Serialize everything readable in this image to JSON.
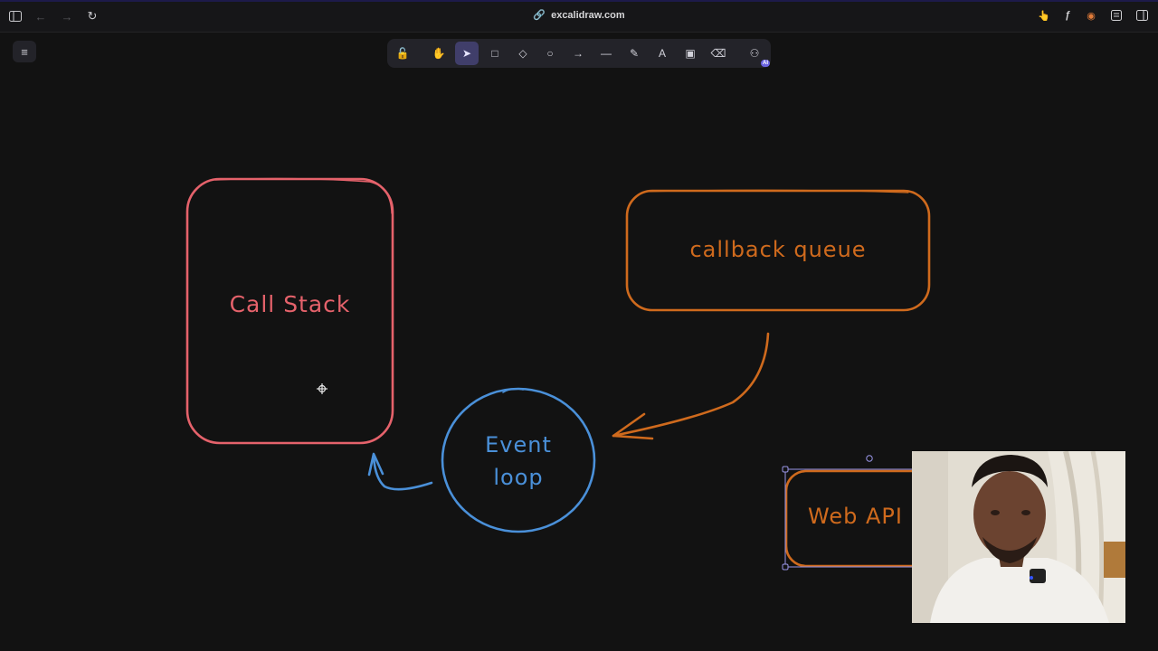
{
  "browser": {
    "url": "excalidraw.com",
    "icons": [
      "sidebar-icon",
      "back-arrow-icon",
      "forward-arrow-icon",
      "reload-icon",
      "link-icon",
      "extension-icons",
      "reader-icon",
      "sidebar-right-icon"
    ]
  },
  "toolbar": {
    "tools": [
      {
        "name": "lock-icon",
        "glyph": "🔓"
      },
      {
        "name": "hand-icon",
        "glyph": "✋"
      },
      {
        "name": "selection-icon",
        "glyph": "➤"
      },
      {
        "name": "rectangle-icon",
        "glyph": "□"
      },
      {
        "name": "diamond-icon",
        "glyph": "◇"
      },
      {
        "name": "ellipse-icon",
        "glyph": "○"
      },
      {
        "name": "arrow-icon",
        "glyph": "→"
      },
      {
        "name": "line-icon",
        "glyph": "—"
      },
      {
        "name": "pencil-icon",
        "glyph": "✎"
      },
      {
        "name": "text-icon",
        "glyph": "A"
      },
      {
        "name": "image-icon",
        "glyph": "▣"
      },
      {
        "name": "eraser-icon",
        "glyph": "⌫"
      },
      {
        "name": "more-tools-icon",
        "glyph": "⚇"
      }
    ],
    "active_tool": "selection-icon",
    "ai_badge": "AI"
  },
  "menu": {
    "glyph": "≡"
  },
  "diagram": {
    "call_stack": {
      "label": "Call Stack",
      "color": "#e5626b"
    },
    "callback_queue": {
      "label": "callback queue",
      "color": "#cf6a1d"
    },
    "event_loop": {
      "label_line1": "Event",
      "label_line2": "loop",
      "color": "#4a90d9"
    },
    "web_api": {
      "label": "Web API",
      "color": "#cf6a1d"
    }
  },
  "colors": {
    "canvas": "#121212",
    "toolbar": "#232329",
    "active": "#403e6a"
  }
}
